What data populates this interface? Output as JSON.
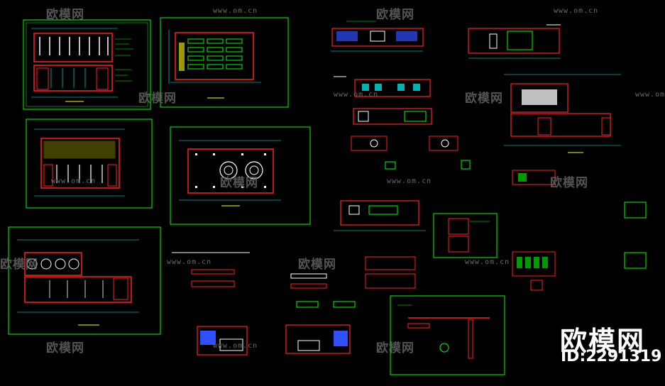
{
  "watermark": {
    "text": "欧模网",
    "url": "www.om.cn"
  },
  "brand": {
    "title": "欧模网",
    "id_label": "ID:2291319"
  },
  "colors": {
    "background": "#000000",
    "sheet_frame": "#00ff00",
    "wall": "#ff2020",
    "dim": "#00ffff",
    "line": "#ffffff",
    "hatch": "#ffff00",
    "blue": "#3050ff"
  }
}
